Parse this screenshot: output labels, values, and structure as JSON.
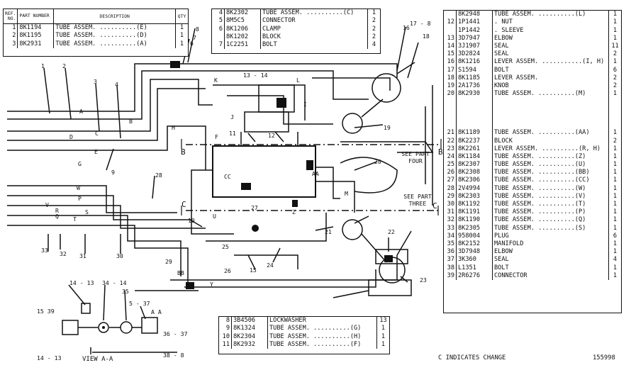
{
  "header_table": {
    "col_ref": "REF. NO.",
    "col_part": "PART NUMBER",
    "col_desc": "DESCRIPTION",
    "col_qty": "QTY",
    "rows": [
      {
        "ref": "1",
        "part": "8K1194",
        "desc": "TUBE ASSEM. ..........(E)",
        "qty": "1"
      },
      {
        "ref": "2",
        "part": "8K1195",
        "desc": "TUBE ASSEM. ..........(D)",
        "qty": "1"
      },
      {
        "ref": "3",
        "part": "8K2931",
        "desc": "TUBE ASSEM. ..........(A)",
        "qty": "1"
      }
    ]
  },
  "top_table": {
    "rows": [
      {
        "ref": "4",
        "part": "8K2302",
        "desc": "TUBE ASSEM. ..........(C)",
        "qty": "1"
      },
      {
        "ref": "5",
        "part": "8M5C5",
        "desc": "CONNECTOR",
        "qty": "2"
      },
      {
        "ref": "6",
        "part": "8K1206",
        "desc": "CLAMP",
        "qty": "2"
      },
      {
        "ref": "",
        "part": "8K1202",
        "desc": "BLOCK",
        "qty": "2"
      },
      {
        "ref": "7",
        "part": "1C2251",
        "desc": "BOLT",
        "qty": "4"
      }
    ]
  },
  "bottom_table": {
    "rows": [
      {
        "ref": "8",
        "part": "3B4506",
        "desc": "LOCKWASHER",
        "qty": "13"
      },
      {
        "ref": "9",
        "part": "8K1324",
        "desc": "TUBE ASSEM. ..........(G)",
        "qty": "1"
      },
      {
        "ref": "10",
        "part": "8K2304",
        "desc": "TUBE ASSEM. ..........(H)",
        "qty": "1"
      },
      {
        "ref": "11",
        "part": "8K2932",
        "desc": "TUBE ASSEM. ..........(F)",
        "qty": "1"
      }
    ]
  },
  "right_table": {
    "rows_a": [
      {
        "ref": "",
        "part": "8K2948",
        "desc": "TUBE ASSEM. ..........(L)",
        "qty": "1"
      },
      {
        "ref": "12",
        "part": "1P1441",
        "desc": ".   NUT",
        "qty": "1"
      },
      {
        "ref": "",
        "part": "1P1442",
        "desc": ".   SLEEVE",
        "qty": "1"
      },
      {
        "ref": "13",
        "part": "3D7947",
        "desc": "ELBOW",
        "qty": "1"
      },
      {
        "ref": "14",
        "part": "3J1907",
        "desc": "SEAL",
        "qty": "11"
      },
      {
        "ref": "15",
        "part": "3D2824",
        "desc": "SEAL",
        "qty": "2"
      },
      {
        "ref": "16",
        "part": "8K1216",
        "desc": "LEVER ASSEM. ...........(I, H)",
        "qty": "1"
      },
      {
        "ref": "17",
        "part": "S1594",
        "desc": "BOLT",
        "qty": "6"
      },
      {
        "ref": "18",
        "part": "8K1185",
        "desc": "LEVER ASSEM.",
        "qty": "2"
      },
      {
        "ref": "19",
        "part": "2A1736",
        "desc": "KNOB",
        "qty": "2"
      },
      {
        "ref": "20",
        "part": "8K2930",
        "desc": "TUBE ASSEM. ..........(M)",
        "qty": "1"
      }
    ],
    "rows_b": [
      {
        "ref": "21",
        "part": "8K1189",
        "desc": "TUBE ASSEM. ..........(AA)",
        "qty": "1"
      },
      {
        "ref": "22",
        "part": "8K2237",
        "desc": "BLOCK",
        "qty": "2"
      },
      {
        "ref": "23",
        "part": "8K2261",
        "desc": "LEVER ASSEM. ..........(R, H)",
        "qty": "1"
      },
      {
        "ref": "24",
        "part": "8K1184",
        "desc": "TUBE ASSEM. ..........(Z)",
        "qty": "1"
      },
      {
        "ref": "25",
        "part": "8K2307",
        "desc": "TUBE ASSEM. ..........(U)",
        "qty": "1"
      },
      {
        "ref": "26",
        "part": "8K2308",
        "desc": "TUBE ASSEM. ..........(BB)",
        "qty": "1"
      },
      {
        "ref": "27",
        "part": "8K2306",
        "desc": "TUBE ASSEM. ..........(CC)",
        "qty": "1"
      },
      {
        "ref": "28",
        "part": "2V4994",
        "desc": "TUBE ASSEM. ..........(W)",
        "qty": "1"
      },
      {
        "ref": "29",
        "part": "8K2303",
        "desc": "TUBE ASSEM. ..........(V)",
        "qty": "1"
      },
      {
        "ref": "30",
        "part": "8K1192",
        "desc": "TUBE ASSEM. ..........(T)",
        "qty": "1"
      },
      {
        "ref": "31",
        "part": "8K1191",
        "desc": "TUBE ASSEM. ..........(P)",
        "qty": "1"
      },
      {
        "ref": "32",
        "part": "8K1190",
        "desc": "TUBE ASSEM. ..........(Q)",
        "qty": "1"
      },
      {
        "ref": "33",
        "part": "8K2305",
        "desc": "TUBE ASSEM. ..........(S)",
        "qty": "1"
      },
      {
        "ref": "34",
        "part": "958004",
        "desc": "PLUG",
        "qty": "6"
      },
      {
        "ref": "35",
        "part": "8K2152",
        "desc": "MANIFOLD",
        "qty": "1"
      },
      {
        "ref": "36",
        "part": "3D7948",
        "desc": "ELBOW",
        "qty": "1"
      },
      {
        "ref": "37",
        "part": "3K360",
        "desc": "SEAL",
        "qty": "4"
      },
      {
        "ref": "38",
        "part": "L1351",
        "desc": "BOLT",
        "qty": "1"
      },
      {
        "ref": "39",
        "part": "2R6276",
        "desc": "CONNECTOR",
        "qty": "1"
      }
    ]
  },
  "footer": {
    "change_note": "C INDICATES CHANGE",
    "drawing_no": "155998"
  },
  "diagram": {
    "callouts": [
      "1",
      "2",
      "3",
      "4",
      "5 - 37",
      "6",
      "7",
      "8",
      "9",
      "10",
      "11",
      "12",
      "13 - 14",
      "15",
      "15  39",
      "16",
      "17 - 8",
      "18",
      "19",
      "20",
      "21",
      "22",
      "23",
      "24",
      "25",
      "26",
      "27",
      "28",
      "29",
      "30",
      "31",
      "32",
      "33",
      "34 - 14",
      "35",
      "36 - 37",
      "38 - 8",
      "14 - 13"
    ],
    "tube_letters": [
      "A",
      "B",
      "C",
      "D",
      "E",
      "F",
      "G",
      "H",
      "I",
      "J",
      "K",
      "L",
      "M",
      "P",
      "Q",
      "R",
      "S",
      "T",
      "U",
      "V",
      "W",
      "Y",
      "Z",
      "AA",
      "BB",
      "CC"
    ],
    "section_b_left": "B",
    "section_b_right": "B",
    "section_c_left": "C",
    "section_c_right": "C",
    "see_part_four": "SEE PART FOUR",
    "see_part_three": "SEE PART THREE",
    "view_label": "VIEW A-A",
    "aa_label": "A A"
  }
}
